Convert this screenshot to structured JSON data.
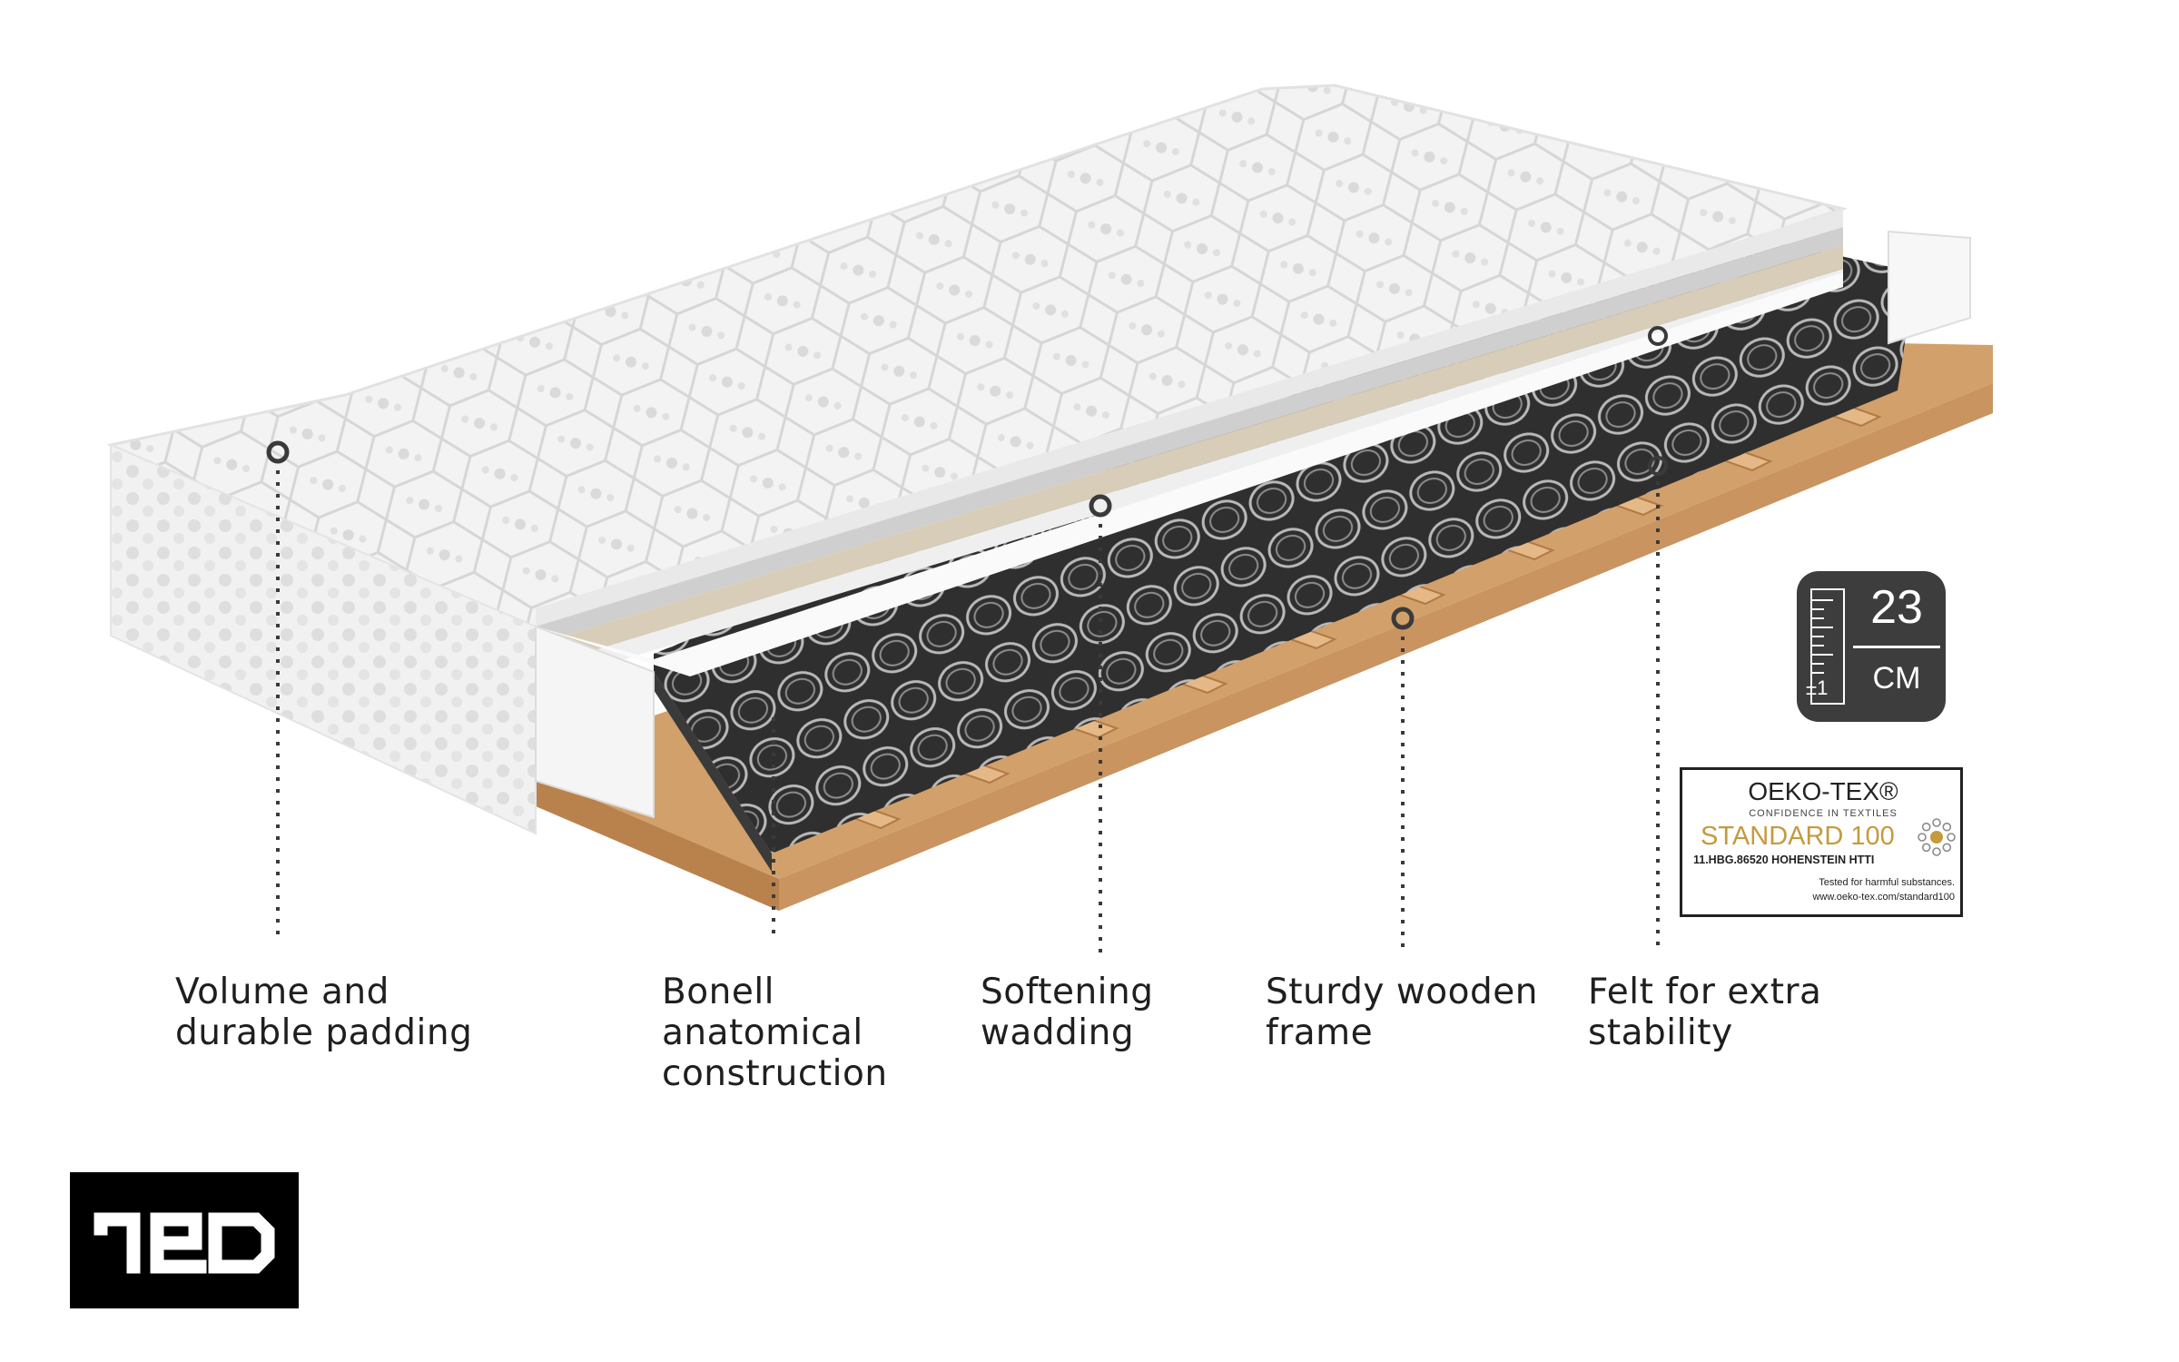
{
  "features": [
    {
      "lines": [
        "Volume and",
        "durable padding"
      ]
    },
    {
      "lines": [
        "Bonell",
        "anatomical",
        "construction"
      ]
    },
    {
      "lines": [
        "Softening",
        "wadding"
      ]
    },
    {
      "lines": [
        "Sturdy wooden",
        "frame"
      ]
    },
    {
      "lines": [
        "Felt for extra",
        "stability"
      ]
    }
  ],
  "height_badge": {
    "value": "23",
    "unit": "CM",
    "tolerance": "±1",
    "icon": "ruler-icon"
  },
  "certification": {
    "title": "OEKO-TEX®",
    "subtitle": "CONFIDENCE IN TEXTILES",
    "standard": "STANDARD 100",
    "code": "11.HBG.86520 HOHENSTEIN HTTI",
    "note": "Tested for harmful substances.",
    "url": "www.oeko-tex.com/standard100",
    "standard_color": "#c59a3d"
  },
  "brand": {
    "name": "TED"
  },
  "colors": {
    "wood": "#d9a873",
    "foam": "#f4f4f4",
    "springs": "#3b3b3b",
    "marker": "#3a3a3a"
  }
}
